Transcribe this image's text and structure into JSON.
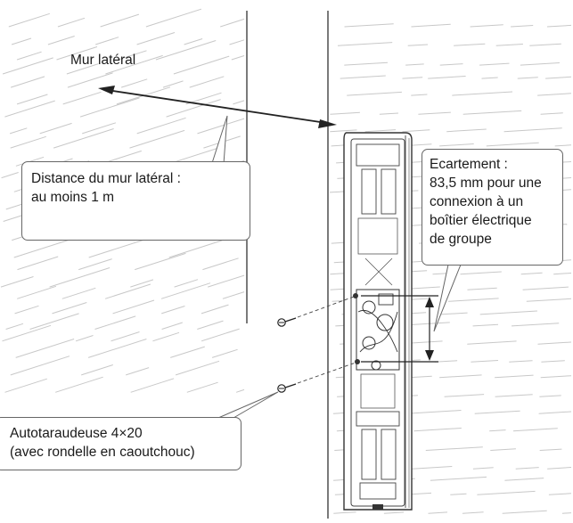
{
  "labels": {
    "side_wall": "Mur latéral",
    "distance_line1": "Distance du mur latéral :",
    "distance_line2": "au moins 1 m",
    "spacing_line1": "Ecartement :",
    "spacing_line2": "83,5 mm pour une",
    "spacing_line3": "connexion à un",
    "spacing_line4": "boîtier électrique",
    "spacing_line5": "de groupe",
    "screw_line1": "Autotaraudeuse 4×20",
    "screw_line2": "(avec rondelle en caoutchouc)"
  },
  "colors": {
    "line": "#333333",
    "hatch": "#c8c8c8",
    "panel": "#ffffff"
  }
}
